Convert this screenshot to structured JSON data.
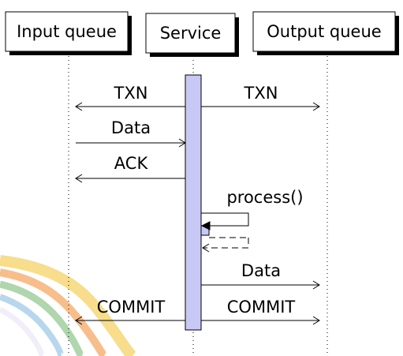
{
  "diagram": {
    "type": "sequence",
    "actors": [
      {
        "id": "input",
        "label": "Input queue"
      },
      {
        "id": "service",
        "label": "Service"
      },
      {
        "id": "output",
        "label": "Output queue"
      }
    ],
    "messages": [
      {
        "id": "txn_in",
        "label": "TXN",
        "from": "service",
        "to": "input"
      },
      {
        "id": "txn_out",
        "label": "TXN",
        "from": "service",
        "to": "output"
      },
      {
        "id": "data_in",
        "label": "Data",
        "from": "input",
        "to": "service"
      },
      {
        "id": "ack",
        "label": "ACK",
        "from": "service",
        "to": "input"
      },
      {
        "id": "process",
        "label": "process()",
        "from": "service",
        "to": "service",
        "kind": "self-call"
      },
      {
        "id": "process_return",
        "label": "",
        "from": "service",
        "to": "service",
        "kind": "self-return"
      },
      {
        "id": "data_out",
        "label": "Data",
        "from": "service",
        "to": "output"
      },
      {
        "id": "commit_in",
        "label": "COMMIT",
        "from": "service",
        "to": "input"
      },
      {
        "id": "commit_out",
        "label": "COMMIT",
        "from": "service",
        "to": "output"
      }
    ]
  },
  "colors": {
    "activation": "#c8c8f4",
    "background": "#ffffff",
    "ink": "#000000",
    "decor_swoosh": [
      "#f2c230",
      "#f28a30",
      "#6fb56b",
      "#7fb8e0",
      "#e6e0f5"
    ]
  }
}
